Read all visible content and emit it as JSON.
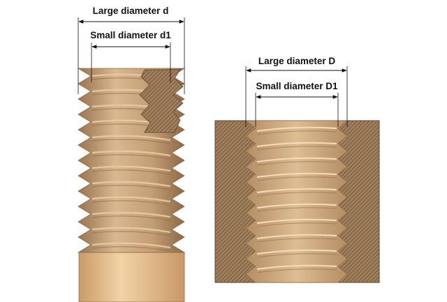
{
  "labels": {
    "bolt_large": "Large diameter d",
    "bolt_small": "Small diameter d1",
    "nut_large": "Large diameter  D",
    "nut_small": "Small diameter D1"
  },
  "colors": {
    "thread": "#c9a47a",
    "thread_light": "#e6c9a2",
    "thread_dark": "#8f6c49",
    "section_fill": "#a07f5c",
    "hatch": "#5e4630",
    "shank": "#e3bd8a",
    "dimension_line": "#111111"
  }
}
